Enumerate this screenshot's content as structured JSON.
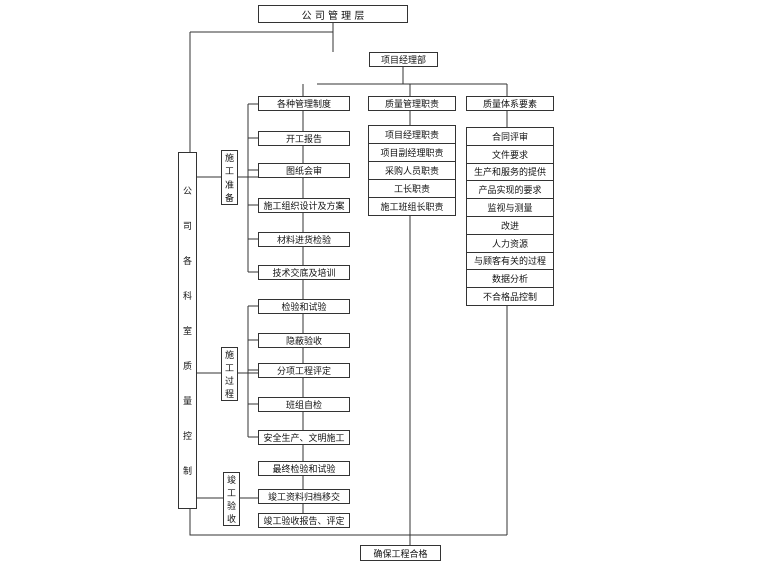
{
  "top": "公 司 管 理 层",
  "pm": "项目经理部",
  "left_vertical": [
    "公",
    "司",
    "各",
    "科",
    "室",
    "质",
    "量",
    "控",
    "制"
  ],
  "groups": {
    "prep": [
      "施",
      "工",
      "准",
      "备"
    ],
    "process": [
      "施",
      "工",
      "过",
      "程"
    ],
    "accept": [
      "竣",
      "工",
      "验",
      "收"
    ]
  },
  "col1_header": "各种管理制度",
  "col1": [
    "开工报告",
    "图纸会审",
    "施工组织设计及方案",
    "材料进货检验",
    "技术交底及培训",
    "检验和试验",
    "隐蔽验收",
    "分项工程评定",
    "班组自检",
    "安全生产、文明施工",
    "最终检验和试验",
    "竣工资料归档移交",
    "竣工验收报告、评定"
  ],
  "col2_header": "质量管理职责",
  "col2": [
    "项目经理职责",
    "项目副经理职责",
    "采购人员职责",
    "工长职责",
    "施工班组长职责"
  ],
  "col3_header": "质量体系要素",
  "col3": [
    "合同评审",
    "文件要求",
    "生产和服务的提供",
    "产品实现的要求",
    "监视与测量",
    "改进",
    "人力资源",
    "与顾客有关的过程",
    "数据分析",
    "不合格品控制"
  ],
  "bottom": "确保工程合格"
}
